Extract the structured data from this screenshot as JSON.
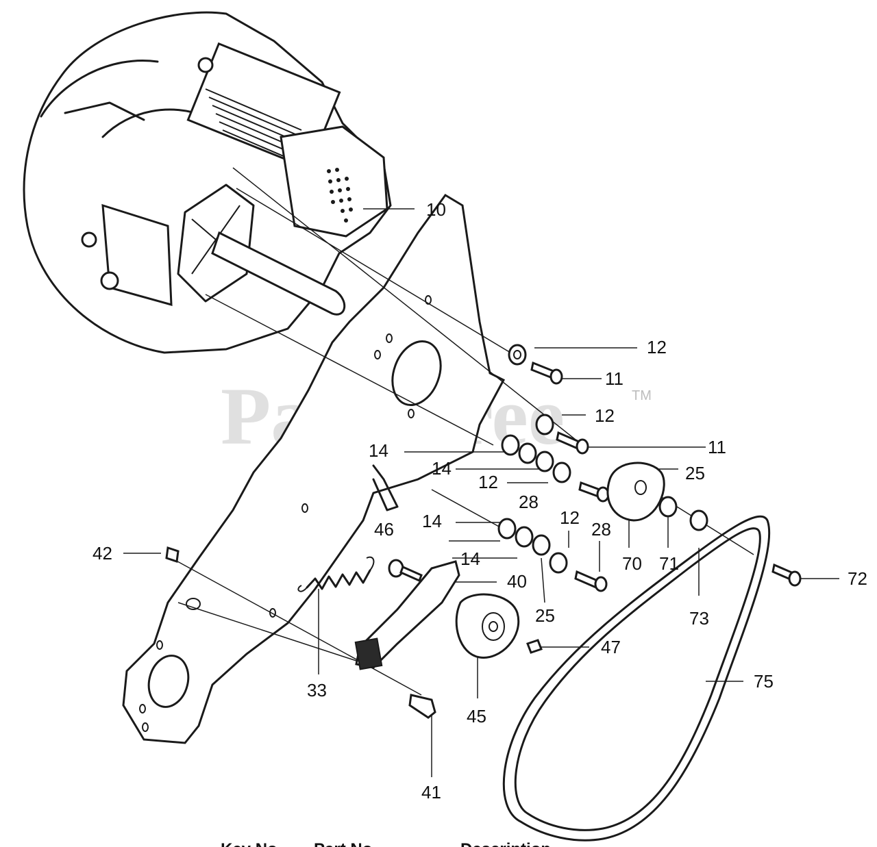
{
  "watermark": {
    "text": "PartsTree",
    "tm": "TM"
  },
  "footer": {
    "key_no": "Key No.",
    "part_no": "Part No.",
    "description": "Description"
  },
  "callouts": {
    "c10": "10",
    "c12a": "12",
    "c11a": "11",
    "c12b": "12",
    "c11b": "11",
    "c14a": "14",
    "c14b": "14",
    "c25a": "25",
    "c12c": "12",
    "c28a": "28",
    "c12d": "12",
    "c28b": "28",
    "c46": "46",
    "c14c": "14",
    "c14d": "14",
    "c70": "70",
    "c71": "71",
    "c42": "42",
    "c40": "40",
    "c25b": "25",
    "c73": "73",
    "c72": "72",
    "c47": "47",
    "c33": "33",
    "c45": "45",
    "c75": "75",
    "c41": "41"
  }
}
